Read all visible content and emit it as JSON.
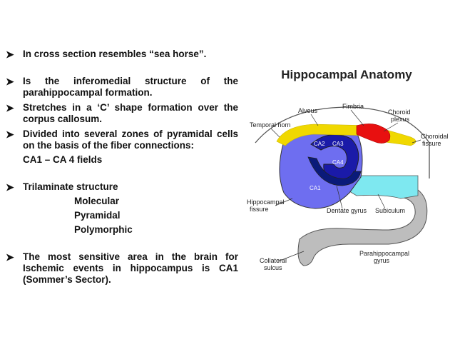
{
  "bullets": [
    {
      "text": "In cross section resembles “sea horse”."
    },
    {
      "text": "Is the inferomedial structure of the parahippocampal formation."
    },
    {
      "text": "Stretches in a ‘C’ shape formation over the corpus callosum."
    },
    {
      "text": "Divided into several zones of pyramidal cells on the basis of the fiber connections:"
    }
  ],
  "ca_fields": "CA1 – CA 4 fields",
  "trilaminate": {
    "text": "Trilaminate structure",
    "layers": [
      "Molecular",
      "Pyramidal",
      "Polymorphic"
    ]
  },
  "last_bullet": "The most sensitive area in the brain for Ischemic events in hippocampus is CA1 (Sommer’s Sector).",
  "diagram": {
    "title": "Hippocampal Anatomy",
    "labels": {
      "fimbria": "Fimbria",
      "alveus": "Alveus",
      "choroid_plexus_1": "Choroid",
      "choroid_plexus_2": "plexus",
      "temporal_horn": "Temporal horn",
      "choroidal_fissure_1": "Choroidal",
      "choroidal_fissure_2": "fissure",
      "ca2": "CA2",
      "ca3": "CA3",
      "ca4": "CA4",
      "ca1": "CA1",
      "hippocampal_fissure_1": "Hippocampal",
      "hippocampal_fissure_2": "fissure",
      "dentate_gyrus": "Dentate gyrus",
      "subiculum": "Subiculum",
      "parahippocampal_1": "Parahippocampal",
      "parahippocampal_2": "gyrus",
      "collateral_1": "Collateral",
      "collateral_2": "sulcus"
    },
    "colors": {
      "ca1": "#6e6ef0",
      "ca2": "#1a1aa8",
      "dentate": "#0a1a7a",
      "alveus": "#f0d800",
      "fimbria": "#e81010",
      "subiculum": "#7ee8f0",
      "parahippocampal": "#bdbdbd"
    }
  }
}
